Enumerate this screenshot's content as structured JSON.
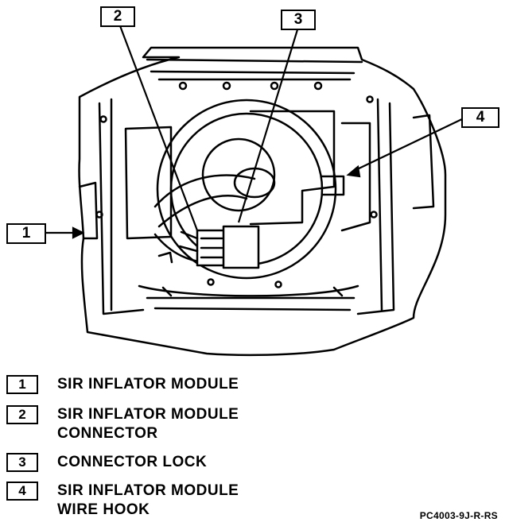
{
  "callouts": [
    "1",
    "2",
    "3",
    "4"
  ],
  "legend": [
    {
      "num": "1",
      "line1": "SIR INFLATOR MODULE",
      "line2": ""
    },
    {
      "num": "2",
      "line1": "SIR INFLATOR MODULE",
      "line2": "CONNECTOR"
    },
    {
      "num": "3",
      "line1": "CONNECTOR LOCK",
      "line2": ""
    },
    {
      "num": "4",
      "line1": "SIR INFLATOR MODULE",
      "line2": "WIRE HOOK"
    }
  ],
  "figure_code": "PC4003-9J-R-RS"
}
